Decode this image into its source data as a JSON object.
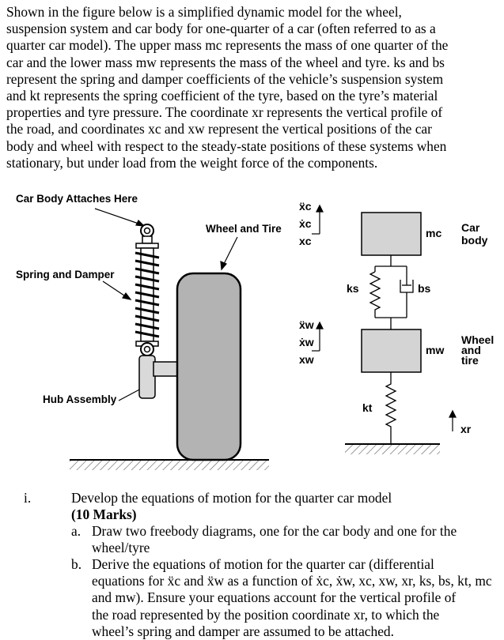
{
  "intro": {
    "lines": [
      "Shown in the figure below is a simplified dynamic model for the wheel,",
      "suspension system and car body for one-quarter of a car (often referred to as a",
      "quarter car model). The upper mass mc represents the mass of one quarter of the",
      "car and the lower mass mw represents the mass of the wheel and tyre. ks and bs",
      "represent the spring and damper coefficients of the vehicle’s suspension system",
      "and kt represents the spring coefficient of the tyre, based on the tyre’s material",
      "properties and tyre pressure. The coordinate xr represents the vertical profile of",
      "the road, and coordinates xc and xw represent the vertical positions of the car",
      "body and wheel with respect to the steady-state positions of these systems when",
      "stationary, but under load from the weight force of the components."
    ]
  },
  "figure": {
    "left_labels": {
      "car_body_attaches": "Car Body Attaches Here",
      "wheel_and_tire": "Wheel and Tire",
      "spring_and_damper": "Spring and Damper",
      "hub_assembly": "Hub Assembly"
    },
    "model_labels": {
      "xc_ddot": "ẍc",
      "xc_dot": "ẋc",
      "xc": "xc",
      "xw_ddot": "ẍw",
      "xw_dot": "ẋw",
      "xw": "xw",
      "mc": "mc",
      "mw": "mw",
      "ks": "ks",
      "bs": "bs",
      "kt": "kt",
      "xr": "xr",
      "car_body_line1": "Car",
      "car_body_line2": "body",
      "wheel_tire_line1": "Wheel",
      "wheel_tire_line2": "and",
      "wheel_tire_line3": "tire"
    }
  },
  "question": {
    "number": "i.",
    "main": "Develop the equations of motion for the quarter car model",
    "marks": "(10 Marks)",
    "parts": [
      {
        "letter": "a.",
        "lines": [
          "Draw two freebody diagrams, one for the car body and one for the",
          "wheel/tyre"
        ]
      },
      {
        "letter": "b.",
        "lines": [
          "Derive the equations of motion for the quarter car (differential",
          "equations for ẍc and ẍw as a function of ẋc, ẋw, xc, xw, xr, ks, bs, kt, mc",
          "and mw). Ensure your equations account for the vertical profile of",
          "the road represented by the position coordinate xr, to which the",
          "wheel’s spring and damper are assumed to be attached."
        ]
      }
    ]
  }
}
